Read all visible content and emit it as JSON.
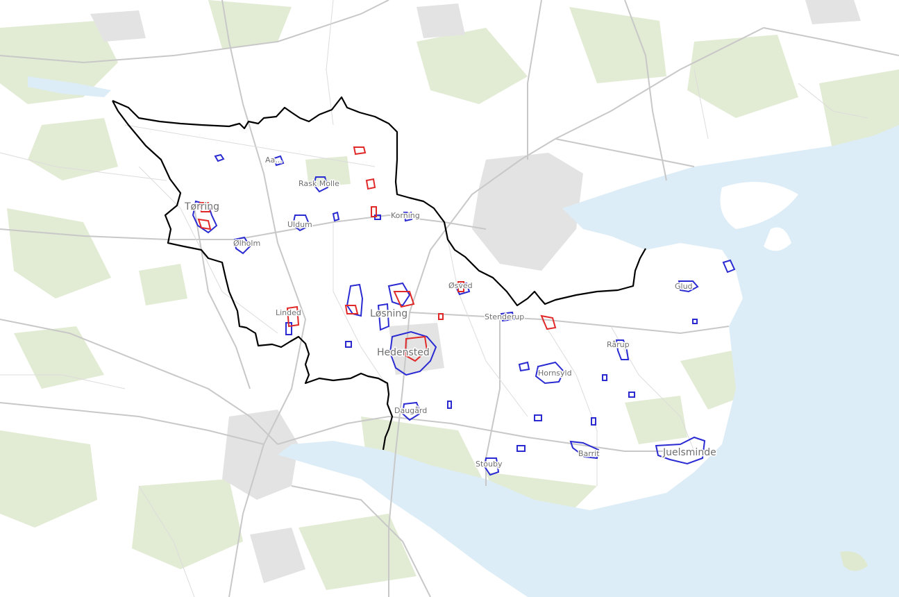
{
  "map": {
    "colors": {
      "land": "#ffffff",
      "water": "#dcedf7",
      "green": "#dfe9cf",
      "urban": "#e3e3e3",
      "road": "#c8c8c8",
      "boundary": "#000000",
      "cluster_blue": "#2a2ad2",
      "cluster_red": "#e02828"
    },
    "place_labels": [
      {
        "id": "aalsbo",
        "text": "Aa..."
      },
      {
        "id": "raskmolle",
        "text": "Rask Molle"
      },
      {
        "id": "torring",
        "text": "Tørring"
      },
      {
        "id": "uldum",
        "text": "Uldum"
      },
      {
        "id": "koelning",
        "text": "Korning"
      },
      {
        "id": "ollerum",
        "text": "Ølholm"
      },
      {
        "id": "linded",
        "text": "Linded"
      },
      {
        "id": "loesning",
        "text": "Løsning"
      },
      {
        "id": "hedensted",
        "text": "Hedensted"
      },
      {
        "id": "oeskvd",
        "text": "Øsved"
      },
      {
        "id": "stenderup",
        "text": "Stenderup"
      },
      {
        "id": "glud",
        "text": "Glud"
      },
      {
        "id": "raarup",
        "text": "Rårup"
      },
      {
        "id": "hvosld",
        "text": "Hornsyld"
      },
      {
        "id": "daugaard",
        "text": "Daugård"
      },
      {
        "id": "stouby",
        "text": "Stouby"
      },
      {
        "id": "barrit",
        "text": "Barrit"
      },
      {
        "id": "juelsminde",
        "text": "Juelsminde"
      }
    ],
    "icons": {
      "boundary": "municipality-boundary",
      "blue_cluster": "blue-area-marker",
      "red_cluster": "red-area-marker"
    }
  }
}
